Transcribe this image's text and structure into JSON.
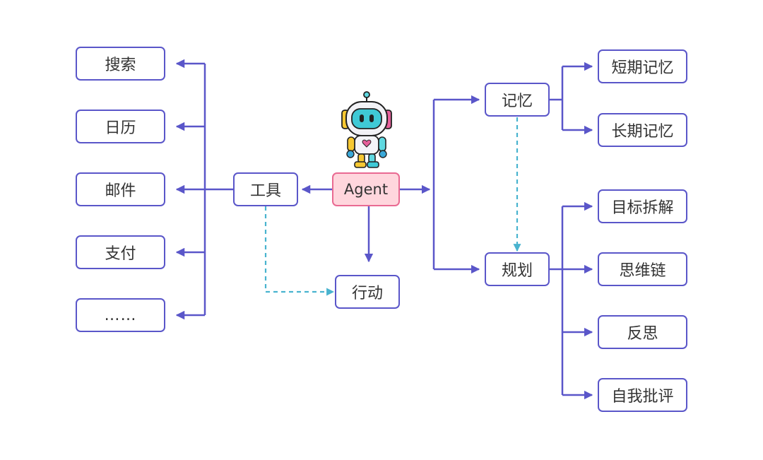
{
  "center": {
    "label": "Agent"
  },
  "tools": {
    "label": "工具",
    "items": [
      "搜索",
      "日历",
      "邮件",
      "支付",
      "……"
    ]
  },
  "action": {
    "label": "行动"
  },
  "memory": {
    "label": "记忆",
    "items": [
      "短期记忆",
      "长期记忆"
    ]
  },
  "planning": {
    "label": "规划",
    "items": [
      "目标拆解",
      "思维链",
      "反思",
      "自我批评"
    ]
  },
  "colors": {
    "line": "#5a56c9",
    "dashed": "#49b3cf",
    "agent_fill": "#ffd6dd",
    "agent_border": "#e96a92"
  }
}
